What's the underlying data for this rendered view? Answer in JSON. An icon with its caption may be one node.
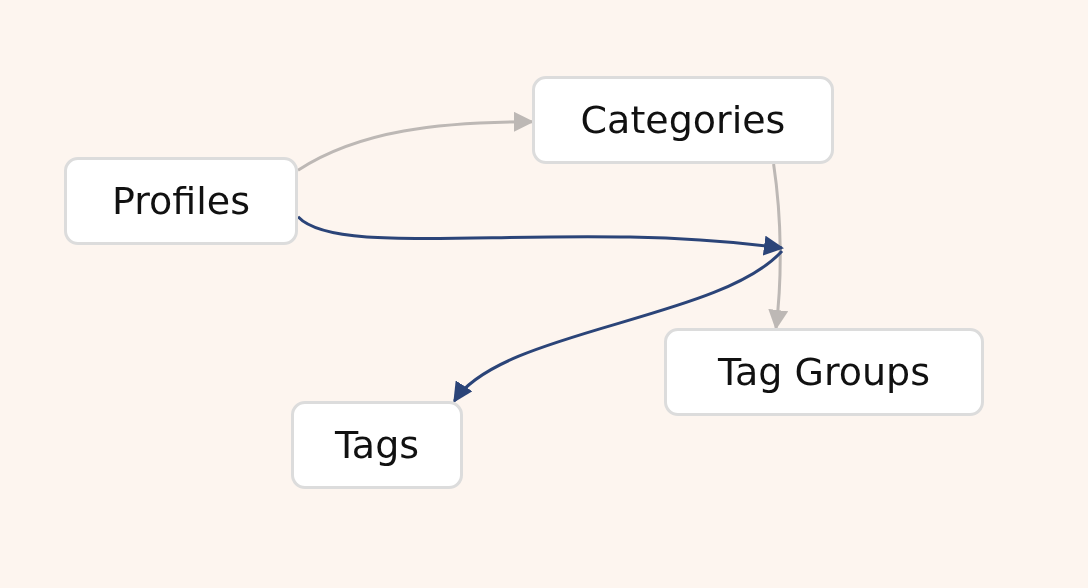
{
  "diagram": {
    "nodes": [
      {
        "text": [
          "Profiles"
        ]
      },
      {
        "text": [
          "Categories"
        ]
      },
      {
        "text": [
          "Tag Groups"
        ]
      },
      {
        "text": [
          "Tags"
        ]
      }
    ],
    "edges": [
      {
        "from": 0,
        "to": 1,
        "arrow": "to"
      },
      {
        "from": 1,
        "to": 2,
        "arrow": "to"
      },
      {
        "from": 0,
        "to": null,
        "arrow": "to",
        "color": "#2b4478"
      },
      {
        "from": null,
        "to": 3,
        "arrow": "to",
        "color": "#2b4478"
      }
    ]
  }
}
